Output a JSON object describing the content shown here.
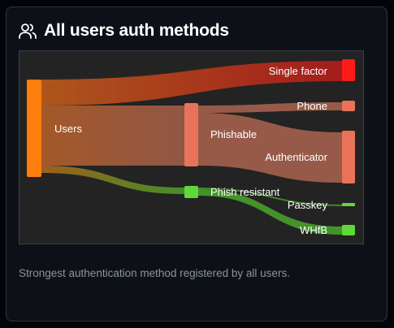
{
  "card": {
    "title": "All users auth methods",
    "icon": "users-icon",
    "footnote": "Strongest authentication method registered by all users."
  },
  "sankey": {
    "nodes": {
      "users": {
        "label": "Users",
        "color": "#ff7f0e"
      },
      "single_factor": {
        "label": "Single factor",
        "color": "#ff1a1a"
      },
      "phishable": {
        "label": "Phishable",
        "color": "#e8735a"
      },
      "phone": {
        "label": "Phone",
        "color": "#e8735a"
      },
      "authenticator": {
        "label": "Authenticator",
        "color": "#e8735a"
      },
      "phish_resistant": {
        "label": "Phish resistant",
        "color": "#5fd93a"
      },
      "passkey": {
        "label": "Passkey",
        "color": "#5fd93a"
      },
      "whfb": {
        "label": "WHfB",
        "color": "#5fd93a"
      }
    }
  }
}
